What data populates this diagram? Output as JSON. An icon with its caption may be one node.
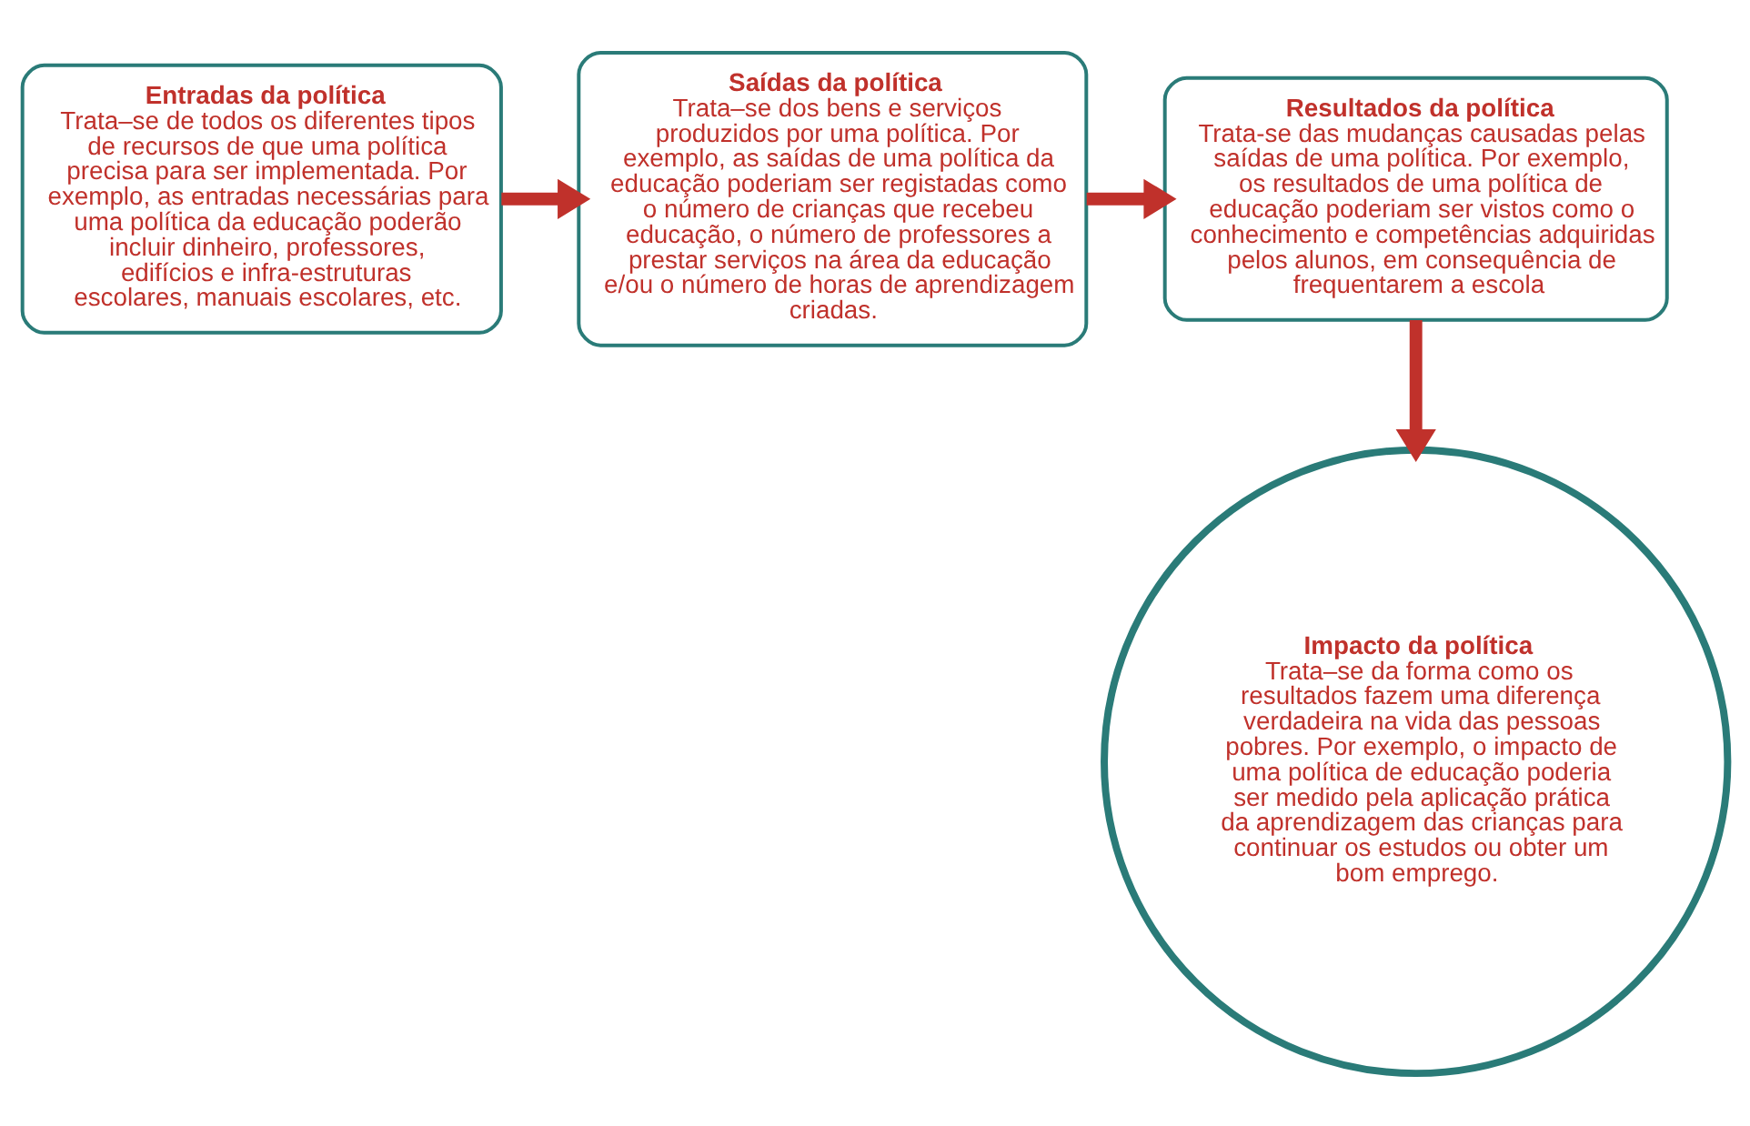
{
  "diagram": {
    "nodes": [
      {
        "text": [
          "Entradas da política",
          "Trata–se de todos os diferentes tipos de recursos de que uma política precisa para ser implementada. Por exemplo, as entradas necessárias para uma política da educação poderão incluir dinheiro, professores, edifícios e infra-estruturas escolares, manuais escolares, etc."
        ]
      },
      {
        "text": [
          "Saídas da política",
          "Trata–se dos bens e serviços produzidos por uma política. Por exemplo, as saídas de uma política da educação poderiam ser registadas como o número de crianças que recebeu educação, o número de professores a prestar serviços na área da educação e/ou o número de horas de aprendizagem criadas."
        ]
      },
      {
        "text": [
          "Resultados da política",
          "Trata-se das mudanças causadas pelas saídas de uma política. Por exemplo, os resultados de uma política de educação poderiam ser vistos como o conhecimento e competências adquiridas pelos alunos, em consequência de frequentarem a escola"
        ]
      },
      {
        "text": [
          "Impacto da política",
          "Trata–se da forma como os resultados fazem uma diferença verdadeira na vida das pessoas pobres. Por exemplo, o impacto de uma política de educação poderia ser medido pela aplicação prática da aprendizagem das crianças para continuar os estudos ou obter um bom emprego."
        ]
      }
    ],
    "edges": [
      {
        "from": 0,
        "to": 1,
        "arrow": "to"
      },
      {
        "from": 1,
        "to": 2,
        "arrow": "to"
      },
      {
        "from": 2,
        "to": 3,
        "arrow": "to"
      }
    ]
  }
}
